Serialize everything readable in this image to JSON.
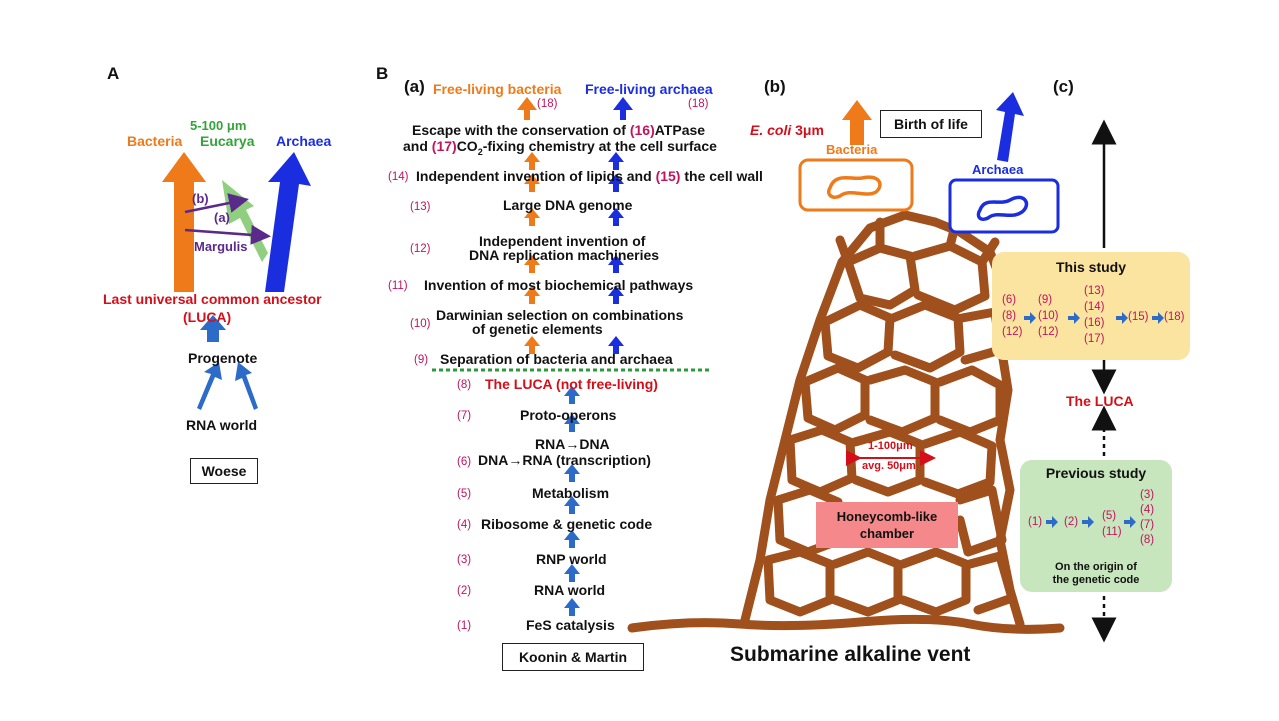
{
  "panelA": {
    "label": "A",
    "size_label": "5-100 μm",
    "eucarya": "Eucarya",
    "bacteria": "Bacteria",
    "archaea": "Archaea",
    "b": "(b)",
    "a": "(a)",
    "margulis": "Margulis",
    "luca_line1": "Last universal common ancestor",
    "luca_line2": "(LUCA)",
    "progenote": "Progenote",
    "rna_world": "RNA world",
    "woese": "Woese"
  },
  "panelB": {
    "label": "B",
    "a_label": "(a)",
    "b_label": "(b)",
    "c_label": "(c)",
    "free_bacteria": "Free-living bacteria",
    "free_archaea": "Free-living archaea",
    "n18a": "(18)",
    "n18b": "(18)",
    "escape_line1_pre": "Escape with the conservation of ",
    "n16": "(16)",
    "escape_line1_post": "ATPase",
    "escape_line2_pre": "and ",
    "n17": "(17)",
    "escape_line2_mid": "CO",
    "escape_line2_sub": "2",
    "escape_line2_post": "-fixing chemistry at the cell surface",
    "n14": "(14)",
    "s14_pre": "Independent invention of lipids and ",
    "n15": "(15)",
    "s14_post": " the cell wall",
    "n13": "(13)",
    "s13": "Large DNA genome",
    "n12": "(12)",
    "s12_line1": "Independent invention of",
    "s12_line2": "DNA replication machineries",
    "n11": "(11)",
    "s11": "Invention of most biochemical pathways",
    "n10": "(10)",
    "s10_line1": "Darwinian selection on combinations",
    "s10_line2": "of genetic elements",
    "n9": "(9)",
    "s9": "Separation of bacteria and archaea",
    "n8": "(8)",
    "s8": "The LUCA (not free-living)",
    "n7": "(7)",
    "s7": "Proto-operons",
    "n6": "(6)",
    "s6_line1": "RNA→DNA",
    "s6_line2": "DNA→RNA (transcription)",
    "n5": "(5)",
    "s5": "Metabolism",
    "n4": "(4)",
    "s4": "Ribosome & genetic code",
    "n3": "(3)",
    "s3": "RNP world",
    "n2": "(2)",
    "s2": "RNA world",
    "n1": "(1)",
    "s1": "FeS catalysis",
    "koonin": "Koonin & Martin",
    "ecoli_italic": "E. coli",
    "ecoli_size": " 3μm",
    "birth_of_life": "Birth of life",
    "bacteria": "Bacteria",
    "archaea": "Archaea",
    "chamber_size_line1": "1-100μm",
    "chamber_size_line2": "avg. 50μm",
    "honeycomb_line1": "Honeycomb-like",
    "honeycomb_line2": "chamber",
    "vent": "Submarine alkaline vent",
    "this_study": "This study",
    "ts": {
      "c1": [
        "(6)",
        "(8)",
        "(12)"
      ],
      "c2": [
        "(9)",
        "(10)",
        "(12)"
      ],
      "c3": [
        "(13)",
        "(14)",
        "(16)",
        "(17)"
      ],
      "c4": "(15)",
      "c5": "(18)"
    },
    "the_luca": "The LUCA",
    "previous_study": "Previous study",
    "ps": {
      "c1": "(1)",
      "c2": "(2)",
      "c3": [
        "(5)",
        "(11)"
      ],
      "c4": [
        "(3)",
        "(4)",
        "(7)",
        "(8)"
      ]
    },
    "genetic_code_line1": "On the origin of",
    "genetic_code_line2": "the genetic code"
  },
  "colors": {
    "bacteria_orange": "#ef7a1a",
    "archaea_blue": "#1a2ee0",
    "eucarya_green": "#8fcf7f",
    "vent_brown": "#a0501c",
    "number_pink": "#c0145e",
    "luca_red": "#d40f1a",
    "this_study_bg": "#fbe3a0",
    "previous_study_bg": "#c8e6bd",
    "honeycomb_label_bg": "#f4888a"
  }
}
